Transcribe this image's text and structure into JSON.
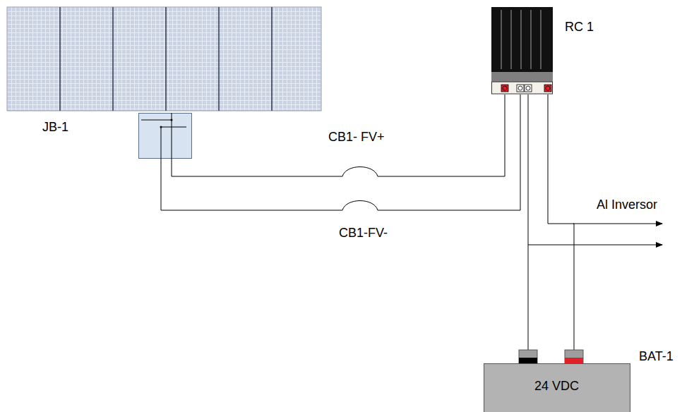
{
  "diagram": {
    "nodes": [
      {
        "text": [
          "JB-1"
        ]
      },
      {
        "text": [
          "RC 1"
        ]
      },
      {
        "text": [
          "24 VDC",
          "BAT-1"
        ]
      }
    ],
    "edges": [
      {
        "from": 0,
        "to": 1,
        "label": "CB1- FV+",
        "arrow": "none"
      },
      {
        "from": 0,
        "to": 1,
        "label": "CB1-FV-",
        "arrow": "none"
      },
      {
        "from": 1,
        "to": 2,
        "arrow": "none"
      },
      {
        "from": 1,
        "to": 2,
        "arrow": "none"
      }
    ],
    "labels": [
      "Al Inversor"
    ]
  }
}
